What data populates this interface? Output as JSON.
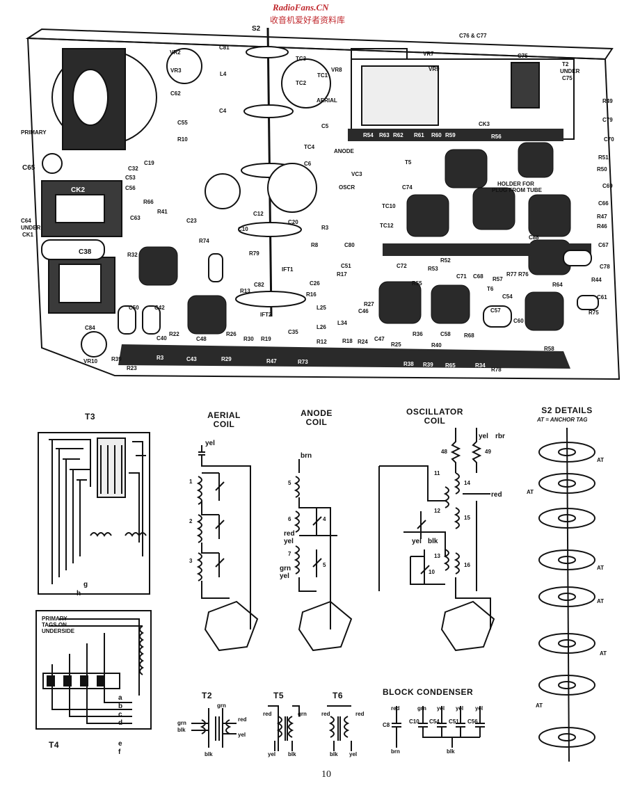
{
  "watermark": {
    "site": "RadioFans.CN",
    "subtitle": "收音机爱好者资料库"
  },
  "chassis": {
    "labels": [
      "S2",
      "C76 & C77",
      "T4",
      "PRIMARY",
      "C65",
      "CK2",
      "C64",
      "UNDER",
      "CK1",
      "C38",
      "CK1",
      "C84",
      "VR10",
      "R39",
      "R23",
      "R3",
      "C43",
      "R29",
      "R47",
      "R73",
      "C40",
      "R22",
      "C48",
      "R26",
      "R30",
      "R19",
      "R12",
      "R18",
      "R24",
      "C47",
      "R25",
      "R36",
      "R40",
      "C58",
      "R68",
      "R38",
      "R39",
      "R65",
      "R34",
      "R78",
      "R58",
      "VR2",
      "VR3",
      "C81",
      "C62",
      "C55",
      "R10",
      "C4",
      "L4",
      "TC3",
      "TC2",
      "TC1",
      "VR8",
      "AERIAL",
      "C5",
      "C32",
      "C53",
      "C56",
      "C19",
      "R66",
      "R41",
      "C63",
      "C23",
      "R74",
      "R32",
      "C42",
      "C50",
      "R13",
      "C82",
      "IFT1",
      "IFT2",
      "C35",
      "L25",
      "L26",
      "L34",
      "R16",
      "C46",
      "R27",
      "R17",
      "C51",
      "C26",
      "R79",
      "R8",
      "R3",
      "C20",
      "C12",
      "C10",
      "OSCR",
      "ANODE",
      "TC4",
      "C6",
      "VC3",
      "T5",
      "C74",
      "TC10",
      "TC12",
      "C80",
      "C72",
      "R55",
      "R53",
      "R52",
      "C71",
      "C68",
      "R57",
      "R77",
      "R76",
      "T6",
      "C54",
      "C57",
      "C60",
      "R64",
      "R75",
      "C61",
      "R44",
      "C78",
      "C67",
      "R46",
      "R47",
      "C66",
      "C69",
      "R50",
      "R51",
      "C70",
      "C79",
      "R49",
      "T2",
      "UNDER",
      "C75",
      "VR7",
      "VR9",
      "C75",
      "R54",
      "R63",
      "R62",
      "R61",
      "R60",
      "R59",
      "R56",
      "CK3",
      "HOLDER FOR",
      "PLUG FROM TUBE",
      "C88"
    ]
  },
  "diagrams": {
    "t3": {
      "title": "T3",
      "taps": [
        "g",
        "h"
      ]
    },
    "t4": {
      "title": "T4",
      "note": [
        "PRIMARY",
        "TAGS ON",
        "UNDERSIDE"
      ],
      "taps": [
        "a",
        "b",
        "c",
        "d",
        "e",
        "f"
      ]
    },
    "aerial_coil": {
      "title": [
        "AERIAL",
        "COIL"
      ],
      "wires": [
        "yel"
      ],
      "numbers": [
        "1",
        "2",
        "3"
      ]
    },
    "anode_coil": {
      "title": [
        "ANODE",
        "COIL"
      ],
      "wires": [
        "brn",
        "red",
        "yel",
        "grn",
        "yel"
      ],
      "numbers": [
        "5",
        "6",
        "4",
        "7",
        "5"
      ]
    },
    "oscillator_coil": {
      "title": [
        "OSCILLATOR",
        "COIL"
      ],
      "wires": [
        "yel",
        "rbr",
        "red",
        "yel",
        "blk"
      ],
      "numbers": [
        "48",
        "49",
        "11",
        "14",
        "12",
        "15",
        "13",
        "16",
        "10"
      ]
    },
    "s2_details": {
      "title": "S2 DETAILS",
      "subtitle": "AT = ANCHOR TAG",
      "anchor": "AT"
    },
    "t2": {
      "title": "T2",
      "wires": [
        "grn",
        "blk",
        "grn",
        "red",
        "yel",
        "blk"
      ]
    },
    "t5": {
      "title": "T5",
      "wires": [
        "red",
        "grn",
        "yel",
        "blk"
      ]
    },
    "t6": {
      "title": "T6",
      "wires": [
        "red",
        "red",
        "blk",
        "yel"
      ]
    },
    "block_condenser": {
      "title": "BLOCK CONDENSER",
      "caps": [
        "C8",
        "C10",
        "C54",
        "C51",
        "C56"
      ],
      "wires": [
        "red",
        "grn",
        "yel",
        "yel",
        "yel",
        "brn",
        "blk"
      ]
    }
  },
  "page_number": "10"
}
